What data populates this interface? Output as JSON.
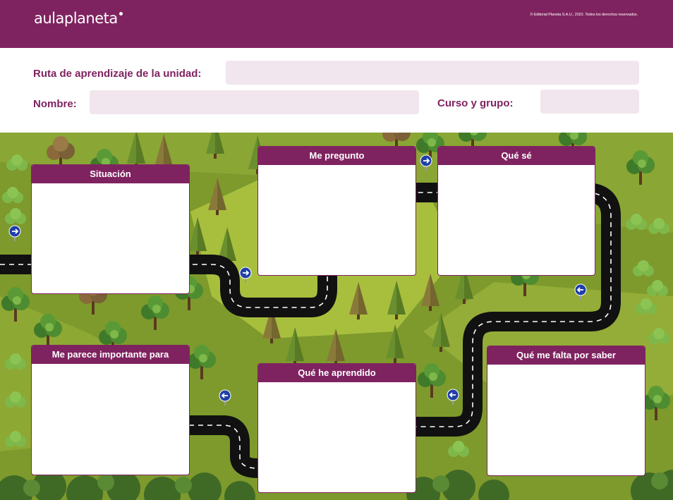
{
  "header": {
    "logo_text": "aulaplaneta",
    "copyright": "© Editorial Planeta S.A.U., 2022. Todos los derechos reservados."
  },
  "form": {
    "route_label": "Ruta de aprendizaje de la unidad:",
    "name_label": "Nombre:",
    "course_label": "Curso y grupo:",
    "route_value": "",
    "name_value": "",
    "course_value": ""
  },
  "cards": {
    "situacion": "Situación",
    "me_pregunto": "Me pregunto",
    "que_se": "Qué sé",
    "me_parece": "Me parece importante para",
    "que_he_aprendido": "Qué he aprendido",
    "que_me_falta": "Qué me falta por saber"
  },
  "colors": {
    "brand": "#7f2360",
    "field": "#f1e6ee",
    "grass_light": "#9db83a",
    "grass_dark": "#6f8f2a",
    "road": "#111111",
    "sign": "#1f3fa8"
  },
  "icons": {
    "sign_right": "arrow-right-sign-icon",
    "sign_left": "arrow-left-sign-icon"
  }
}
